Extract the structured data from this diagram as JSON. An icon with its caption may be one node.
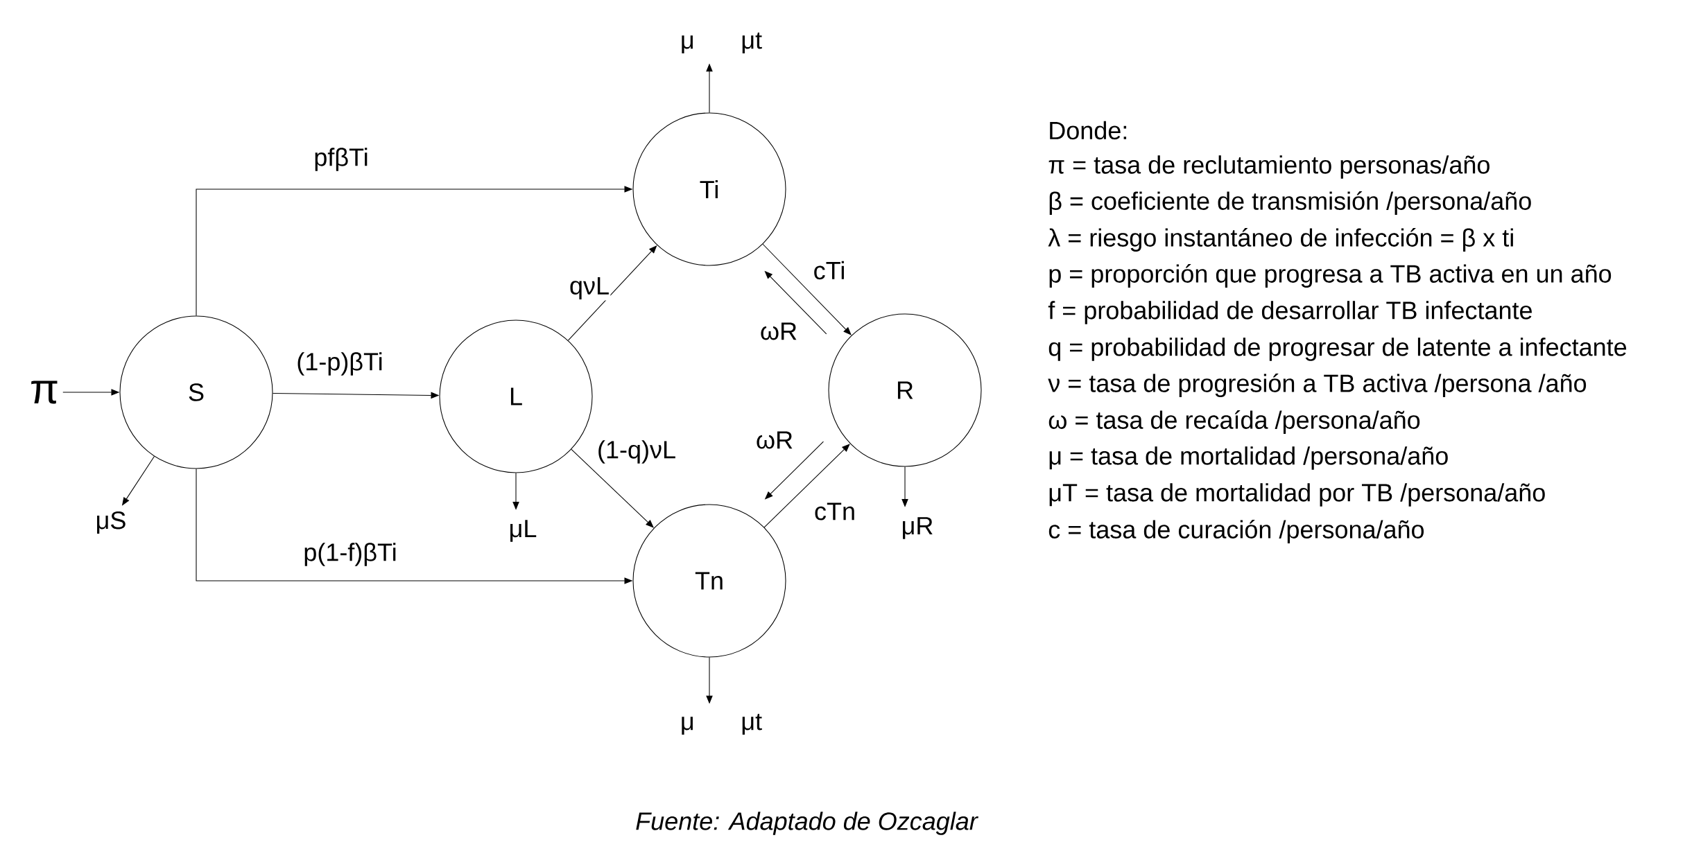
{
  "diagram": {
    "caption": "Fuente: Adaptado de Ozcaglar",
    "nodes": [
      {
        "text": [
          "μ",
          "μt"
        ]
      },
      {
        "text": [
          "Ti"
        ]
      },
      {
        "text": [
          "π"
        ]
      },
      {
        "text": [
          "S"
        ]
      },
      {
        "text": [
          "L"
        ]
      },
      {
        "text": [
          "R"
        ]
      },
      {
        "text": [
          "μS"
        ]
      },
      {
        "text": [
          "μL"
        ]
      },
      {
        "text": [
          "μR"
        ]
      },
      {
        "text": [
          "Tn"
        ]
      },
      {
        "text": [
          "μ",
          "μt"
        ]
      }
    ],
    "edges": [
      {
        "from": 2,
        "to": 3,
        "arrow": "to"
      },
      {
        "from": 3,
        "to": 1,
        "arrow": "to",
        "label": "pfβTi"
      },
      {
        "from": 3,
        "to": 4,
        "arrow": "to",
        "label": "(1-p)βTi"
      },
      {
        "from": 3,
        "to": 9,
        "arrow": "to",
        "label": "p(1-f)βTi"
      },
      {
        "from": 3,
        "to": 6,
        "arrow": "to"
      },
      {
        "from": 4,
        "to": 1,
        "arrow": "to",
        "label": "qνL"
      },
      {
        "from": 4,
        "to": 9,
        "arrow": "to",
        "label": "(1-q)νL"
      },
      {
        "from": 4,
        "to": 7,
        "arrow": "to"
      },
      {
        "from": 1,
        "to": 0,
        "arrow": "to"
      },
      {
        "from": 1,
        "to": 5,
        "arrow": "to",
        "label": "cTi"
      },
      {
        "from": 5,
        "to": 1,
        "arrow": "to",
        "label": "ωR"
      },
      {
        "from": 9,
        "to": 5,
        "arrow": "to",
        "label": "cTn"
      },
      {
        "from": 5,
        "to": 9,
        "arrow": "to",
        "label": "ωR"
      },
      {
        "from": 9,
        "to": 10,
        "arrow": "to"
      },
      {
        "from": 5,
        "to": 8,
        "arrow": "to"
      }
    ],
    "labels": [
      "Donde:",
      "π = tasa de reclutamiento personas/año",
      "β = coeficiente de transmisión /persona/año",
      "λ = riesgo instantáneo de infección = β x ti",
      "p = proporción que progresa a TB activa en un año",
      "f = probabilidad de desarrollar TB infectante",
      "q = probabilidad de progresar de latente a infectante",
      "ν = tasa de progresión a TB activa /persona /año",
      "ω = tasa de recaída /persona/año",
      "μ = tasa de mortalidad /persona/año",
      "μT = tasa de mortalidad por TB /persona/año",
      "c = tasa de curación /persona/año"
    ]
  }
}
